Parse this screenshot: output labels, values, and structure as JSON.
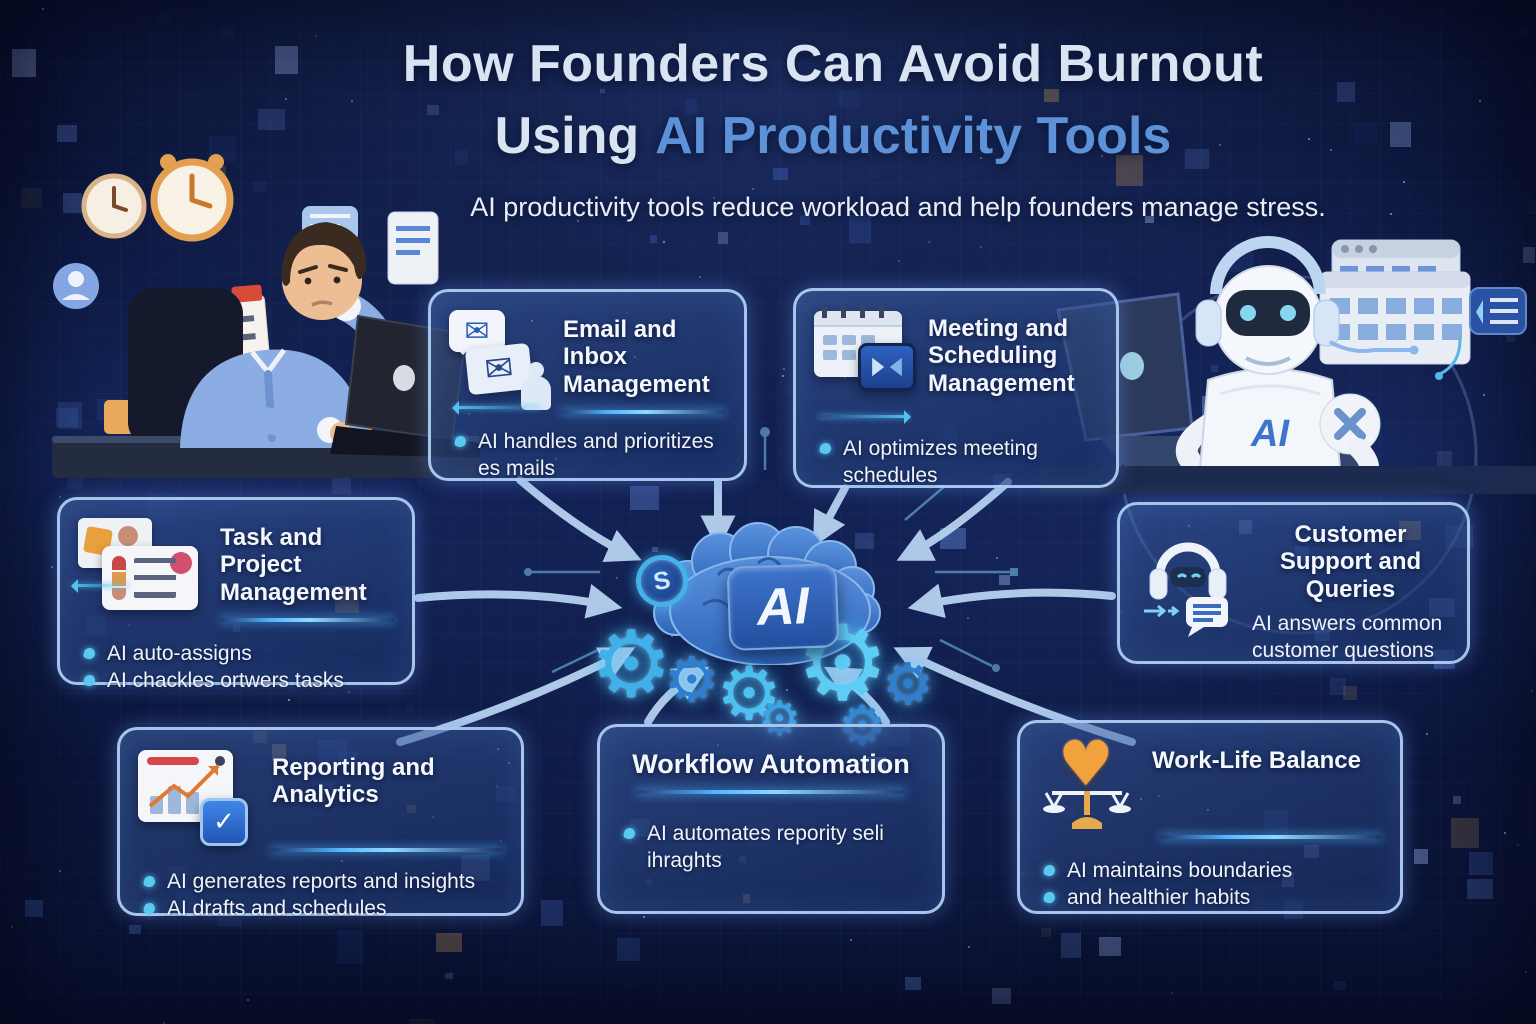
{
  "header": {
    "title_line1": "How Founders Can Avoid Burnout",
    "title_line2_prefix": "Using",
    "title_line2_highlight": "AI Productivity Tools",
    "subtitle": "AI productivity tools reduce workload and help founders manage stress."
  },
  "center_hub": {
    "ai_label": "AI",
    "s_gear_label": "S"
  },
  "robot": {
    "chest_label": "AI"
  },
  "cards": [
    {
      "id": "email",
      "title": "Email and Inbox Management",
      "bullets": [
        "AI handles and prioritizes es mails"
      ]
    },
    {
      "id": "meeting",
      "title": "Meeting and Scheduling Management",
      "bullets": [
        "AI optimizes meeting schedules"
      ]
    },
    {
      "id": "task",
      "title": "Task and Project Management",
      "bullets": [
        "AI auto-assigns",
        "AI chackles ortwers tasks"
      ]
    },
    {
      "id": "customer",
      "title": "Customer Support and Queries",
      "bullets": [
        "AI answers common customer questions"
      ]
    },
    {
      "id": "reporting",
      "title": "Reporting and Analytics",
      "bullets": [
        "AI generates reports and insights",
        "AI drafts and schedules"
      ]
    },
    {
      "id": "workflow",
      "title": "Workflow Automation",
      "bullets": [
        "AI automates repority seli ihraghts"
      ]
    },
    {
      "id": "worklife",
      "title": "Work-Life Balance",
      "bullets": [
        "AI maintains boundaries",
        "and healthier habits"
      ]
    }
  ],
  "icons": {
    "gear": "⚙",
    "envelope": "✉",
    "check": "✓",
    "heart": "♥"
  },
  "colors": {
    "accent_cyan": "#55c6f2",
    "highlight_blue": "#5d92d9",
    "arrow": "#bcd8f5",
    "card_border": "#aacdf2"
  }
}
